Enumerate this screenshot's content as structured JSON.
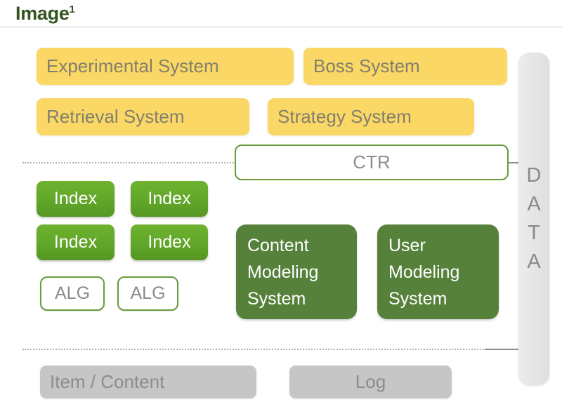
{
  "title": {
    "text": "Image",
    "superscript": "1"
  },
  "systems_yellow": [
    {
      "label": "Experimental System"
    },
    {
      "label": "Boss System"
    },
    {
      "label": "Retrieval System"
    },
    {
      "label": "Strategy System"
    }
  ],
  "ctr": {
    "label": "CTR"
  },
  "index_boxes": [
    {
      "label": "Index"
    },
    {
      "label": "Index"
    },
    {
      "label": "Index"
    },
    {
      "label": "Index"
    }
  ],
  "alg_boxes": [
    {
      "label": "ALG"
    },
    {
      "label": "ALG"
    }
  ],
  "modeling_systems": [
    {
      "label": "Content\nModeling\nSystem"
    },
    {
      "label": "User\nModeling\nSystem"
    }
  ],
  "data_column": {
    "label": "DATA",
    "chars": [
      "D",
      "A",
      "T",
      "A"
    ]
  },
  "storage": [
    {
      "label": "Item / Content"
    },
    {
      "label": "Log"
    }
  ],
  "colors": {
    "title_green": "#33541f",
    "yellow": "#fbd765",
    "yellow_text": "#82806e",
    "index_green": "#63a82a",
    "modeling_green": "#55813a",
    "outline_green": "#68993d",
    "gray_box": "#c6c6c6",
    "gray_text": "#8c8c8c",
    "dotted_rule": "#b0b0a8",
    "data_column_bg": "#e6e6e6"
  }
}
